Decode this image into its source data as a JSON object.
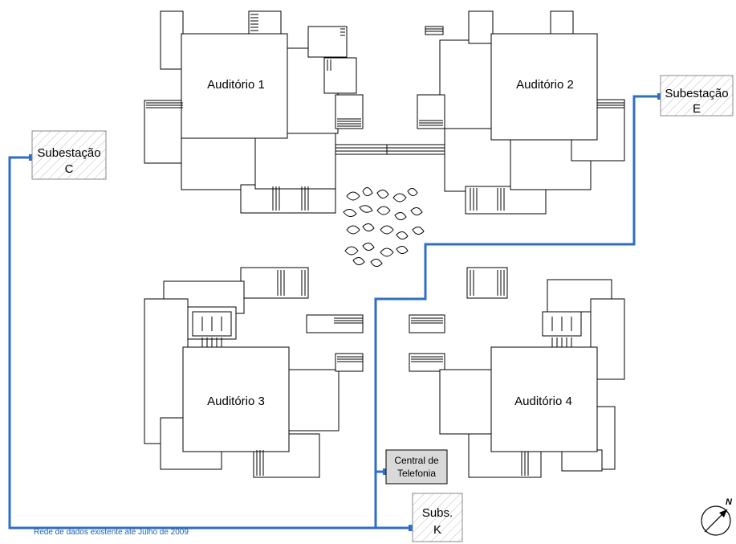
{
  "auditorios": {
    "a1": "Auditório 1",
    "a2": "Auditório 2",
    "a3": "Auditório 3",
    "a4": "Auditório 4"
  },
  "subestacoes": {
    "c": {
      "line1": "Subestação",
      "line2": "C"
    },
    "e": {
      "line1": "Subestação",
      "line2": "E"
    },
    "k": {
      "line1": "Subs.",
      "line2": "K"
    }
  },
  "central": {
    "line1": "Central de",
    "line2": "Telefonia"
  },
  "compass": {
    "north": "N"
  },
  "caption": "Rede de dados existente até Julho de 2009",
  "colors": {
    "network_line": "#2f6fc0",
    "hatch_fill": "#bdbdbd",
    "central_fill": "#d9d9d9",
    "caption_text": "#1f5fa8"
  }
}
